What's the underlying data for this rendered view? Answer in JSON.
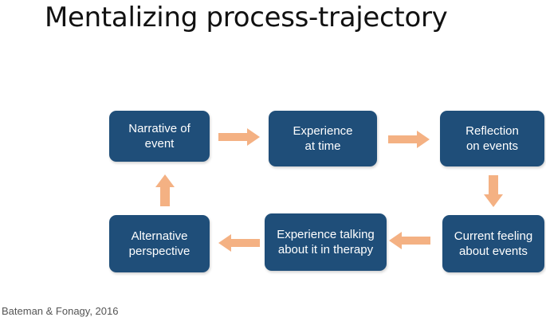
{
  "title": "Mentalizing process-trajectory",
  "citation": "Bateman & Fonagy, 2016",
  "colors": {
    "box_fill": "#1f4e79",
    "box_text": "#ffffff",
    "arrow": "#f4b183"
  },
  "boxes": {
    "narrative": "Narrative of\nevent",
    "experience_at_time": "Experience\nat time",
    "reflection": "Reflection\non events",
    "current_feeling": "Current feeling\nabout events",
    "experience_talking": "Experience talking\nabout it in therapy",
    "alternative": "Alternative\nperspective"
  },
  "arrows": [
    {
      "from": "narrative",
      "to": "experience_at_time",
      "direction": "right"
    },
    {
      "from": "experience_at_time",
      "to": "reflection",
      "direction": "right"
    },
    {
      "from": "reflection",
      "to": "current_feeling",
      "direction": "down"
    },
    {
      "from": "current_feeling",
      "to": "experience_talking",
      "direction": "left"
    },
    {
      "from": "experience_talking",
      "to": "alternative",
      "direction": "left"
    },
    {
      "from": "alternative",
      "to": "narrative",
      "direction": "up"
    }
  ]
}
